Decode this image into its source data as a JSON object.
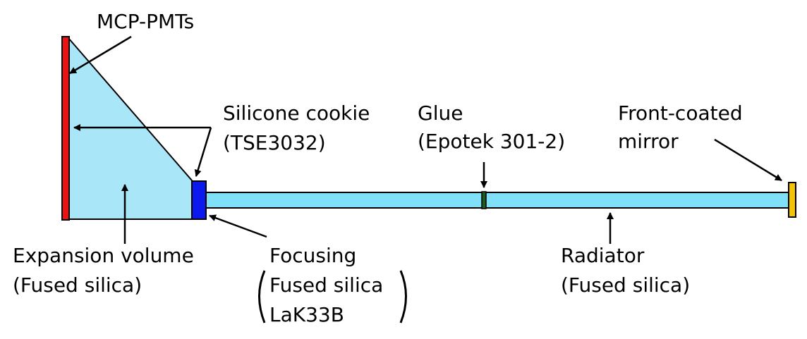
{
  "labels": {
    "mcp_pmts": "MCP-PMTs",
    "silicone_cookie_line1": "Silicone cookie",
    "silicone_cookie_line2": "(TSE3032)",
    "glue_line1": "Glue",
    "glue_line2": "(Epotek 301-2)",
    "mirror_line1": "Front-coated",
    "mirror_line2": "mirror",
    "expansion_line1": "Expansion volume",
    "expansion_line2": "(Fused silica)",
    "focusing_line1": "Focusing",
    "focusing_line2": "Fused silica",
    "focusing_line3": "LaK33B",
    "radiator_line1": "Radiator",
    "radiator_line2": "(Fused silica)"
  },
  "colors": {
    "mcp_pmt": "#ee1111",
    "expansion_volume": "#a8e6f8",
    "silicone_cookie": "#0b18ee",
    "radiator": "#7fe0f8",
    "glue": "#1f5a1f",
    "mirror": "#f5c400",
    "outline": "#000000"
  }
}
